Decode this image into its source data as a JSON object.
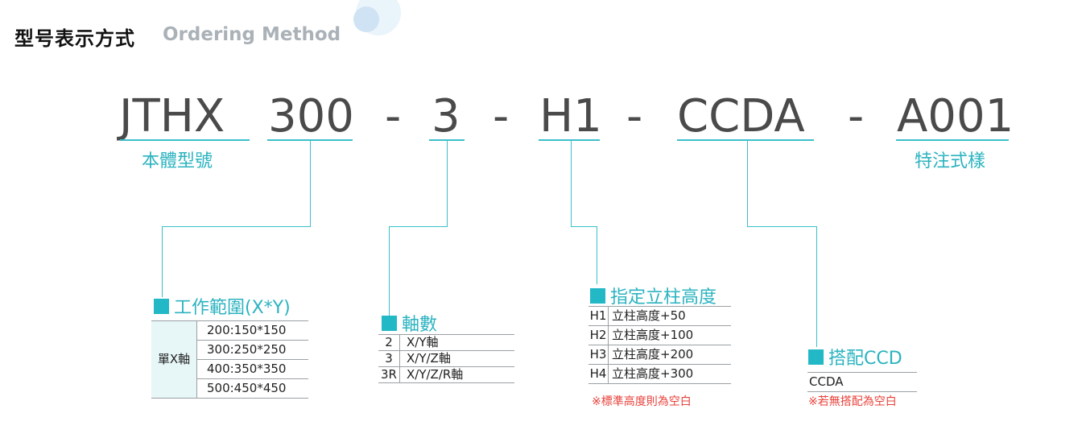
{
  "header": {
    "title_cn": "型号表示方式",
    "title_en": "Ordering Method"
  },
  "code": {
    "body": "JTHX",
    "range": "300",
    "dash1": "-",
    "axis": "3",
    "dash2": "-",
    "height": "H1",
    "dash3": "-",
    "ccd": "CCDA",
    "dash4": "-",
    "custom": "A001",
    "label_body": "本體型號",
    "label_custom": "特注式樣"
  },
  "blocks": {
    "range": {
      "title": "工作範圍(X*Y)",
      "group_label": "單X軸",
      "values": [
        "200:150*150",
        "300:250*250",
        "400:350*350",
        "500:450*450"
      ]
    },
    "axis": {
      "title": "軸數",
      "rows": [
        {
          "code": "2",
          "desc": "X/Y軸"
        },
        {
          "code": "3",
          "desc": "X/Y/Z軸"
        },
        {
          "code": "3R",
          "desc": "X/Y/Z/R軸"
        }
      ]
    },
    "height": {
      "title": "指定立柱高度",
      "rows": [
        {
          "code": "H1",
          "desc": "立柱高度+50"
        },
        {
          "code": "H2",
          "desc": "立柱高度+100"
        },
        {
          "code": "H3",
          "desc": "立柱高度+200"
        },
        {
          "code": "H4",
          "desc": "立柱高度+300"
        }
      ],
      "note": "※標準高度則為空白"
    },
    "ccd": {
      "title": "搭配CCD",
      "rows": [
        {
          "desc": "CCDA"
        }
      ],
      "note": "※若無搭配為空白"
    }
  },
  "colors": {
    "accent": "#22b8c6",
    "title_en": "#aab2b8",
    "note": "#e8413a"
  }
}
